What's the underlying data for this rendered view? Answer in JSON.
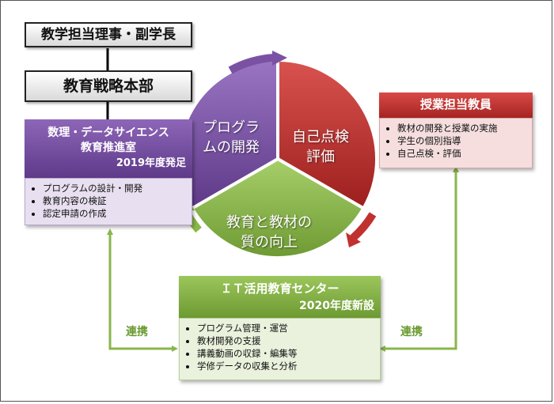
{
  "top_box": "教学担当理事・副学長",
  "hq_box": "教育戦略本部",
  "math_ds": {
    "title_line1": "数理・データサイエンス",
    "title_line2": "教育推進室",
    "established": "2019年度発足",
    "items": [
      "プログラムの設計・開発",
      "教育内容の検証",
      "認定申請の作成"
    ]
  },
  "faculty": {
    "title": "授業担当教員",
    "items": [
      "教材の開発と授業の実施",
      "学生の個別指導",
      "自己点検・評価"
    ]
  },
  "it_center": {
    "title": "ＩＴ活用教育センター",
    "established": "2020年度新設",
    "items": [
      "プログラム管理・運営",
      "教材開発の支援",
      "講義動画の収録・編集等",
      "学修データの収集と分析"
    ]
  },
  "cycle": {
    "develop_line1": "プログラ",
    "develop_line2": "ムの開発",
    "evaluate_line1": "自己点検",
    "evaluate_line2": "評価",
    "improve_line1": "教育と教材の",
    "improve_line2": "質の向上"
  },
  "link_left": "連携",
  "link_right": "連携",
  "colors": {
    "purple": "#7b52a3",
    "red": "#c0312f",
    "green": "#8bb84a",
    "purple_light": "#e8e0f0",
    "red_light": "#f6dede",
    "green_light": "#eaf2dd"
  }
}
